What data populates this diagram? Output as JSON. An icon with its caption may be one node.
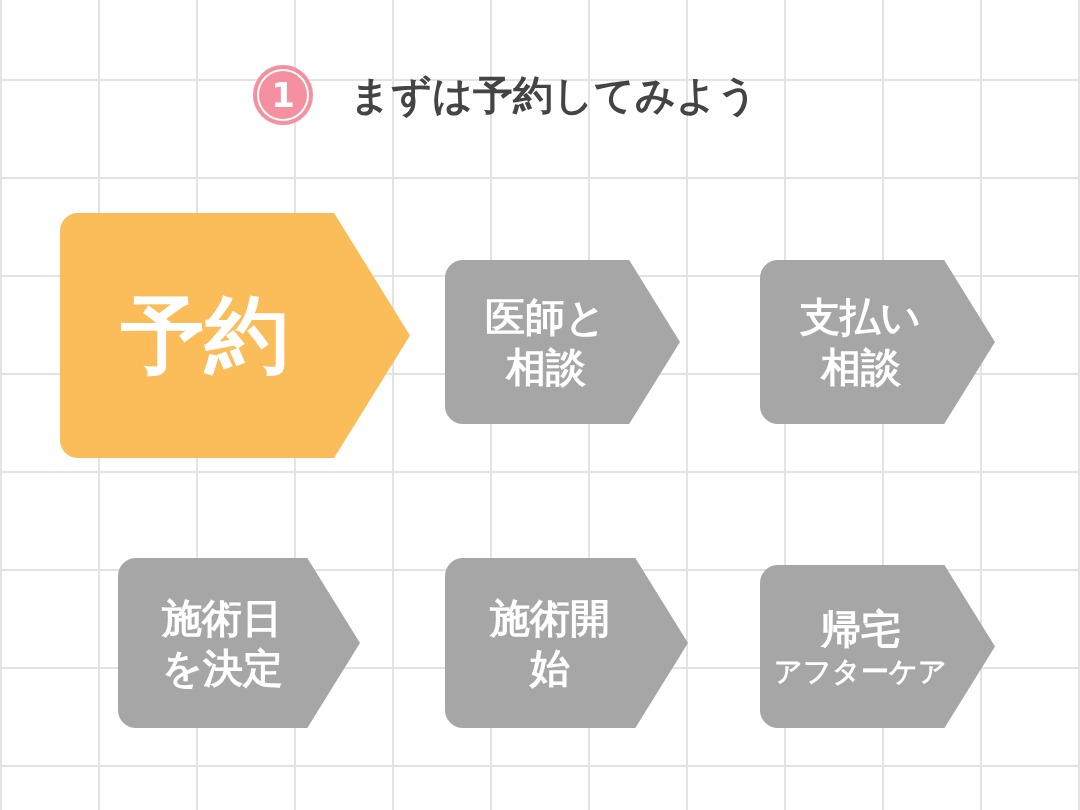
{
  "diagram": {
    "title": "まずは予約してみよう",
    "nodes": [
      {
        "text": [
          "予約"
        ]
      },
      {
        "text": [
          "医師と相談"
        ]
      },
      {
        "text": [
          "支払い相談"
        ]
      },
      {
        "text": [
          "施術日を決定"
        ]
      },
      {
        "text": [
          "施術開始"
        ]
      },
      {
        "text": [
          "帰宅",
          "アフターケア"
        ]
      }
    ],
    "labels": [
      "1"
    ]
  }
}
